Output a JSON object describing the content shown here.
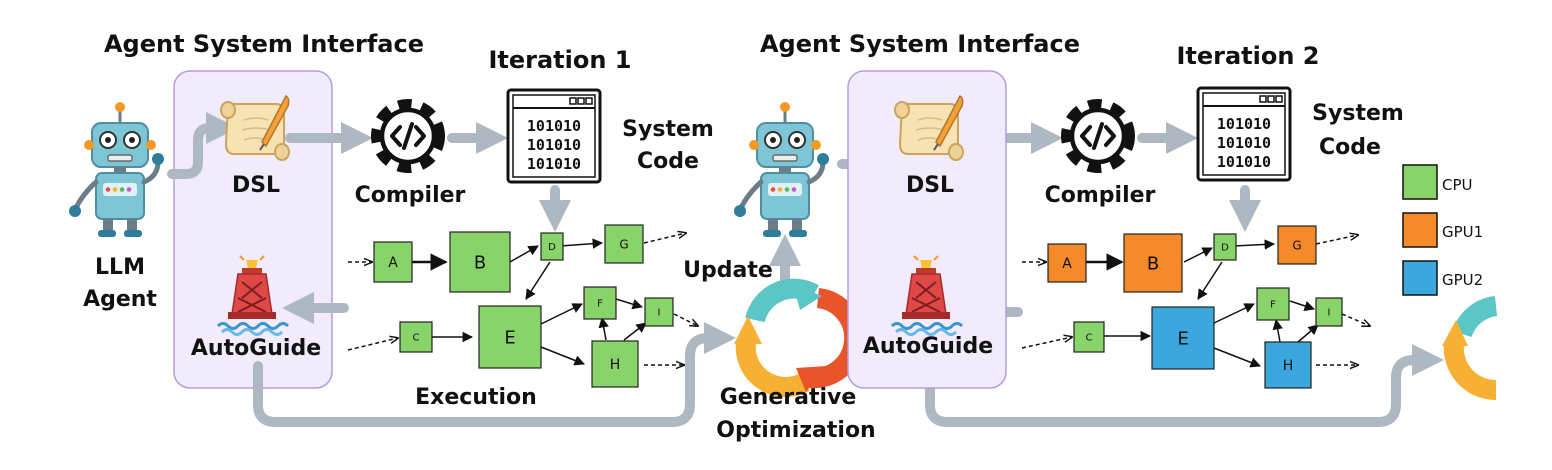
{
  "colors": {
    "cpu": "#88d46a",
    "gpu1": "#f58a2a",
    "gpu2": "#3ba7dd",
    "panel_fill": "#f1ebfb",
    "panel_stroke": "#b79be0",
    "flow_arrow": "#aeb8c2"
  },
  "left": {
    "panel_title": "Agent System Interface",
    "iteration_title": "Iteration 1",
    "llm_line1": "LLM",
    "llm_line2": "Agent",
    "dsl": "DSL",
    "compiler": "Compiler",
    "system_line1": "System",
    "system_line2": "Code",
    "code_lines": [
      "101010",
      "101010",
      "101010"
    ],
    "autoguide": "AutoGuide",
    "execution": "Execution",
    "nodes": [
      "A",
      "B",
      "C",
      "D",
      "E",
      "F",
      "G",
      "H",
      "I"
    ]
  },
  "middle": {
    "update": "Update",
    "genopt_line1": "Generative",
    "genopt_line2": "Optimization"
  },
  "right": {
    "panel_title": "Agent System Interface",
    "iteration_title": "Iteration 2",
    "dsl": "DSL",
    "compiler": "Compiler",
    "system_line1": "System",
    "system_line2": "Code",
    "code_lines": [
      "101010",
      "101010",
      "101010"
    ],
    "autoguide": "AutoGuide",
    "nodes": [
      "A",
      "B",
      "C",
      "D",
      "E",
      "F",
      "G",
      "H",
      "I"
    ]
  },
  "legend": [
    "CPU",
    "GPU1",
    "GPU2"
  ],
  "icons": [
    "robot-icon",
    "scroll-icon",
    "gear-code-icon",
    "code-window-icon",
    "buoy-icon",
    "cycle-icon"
  ]
}
